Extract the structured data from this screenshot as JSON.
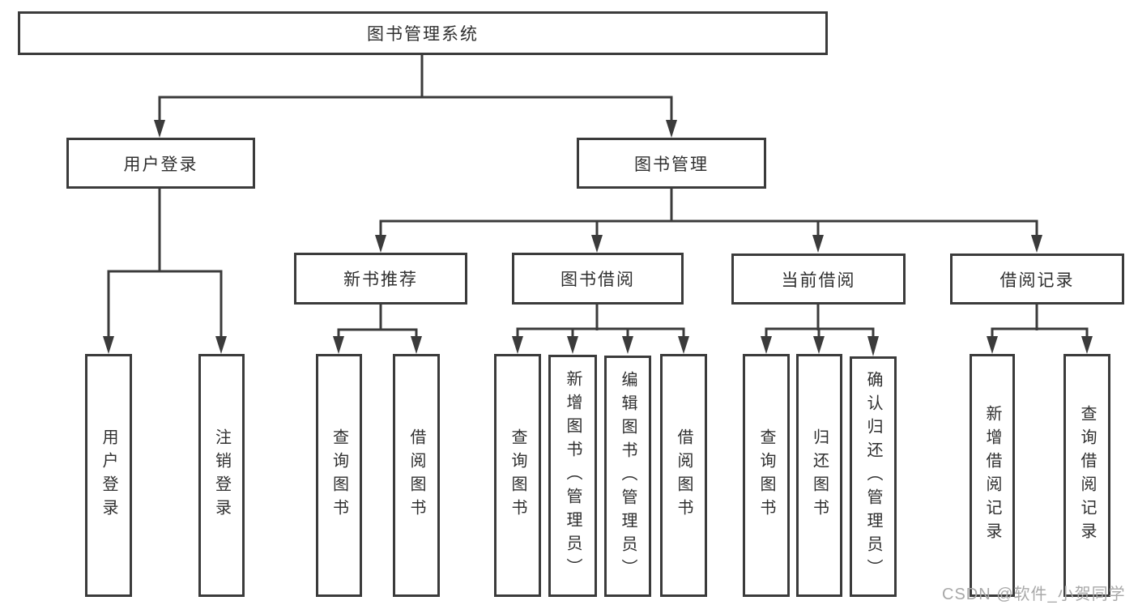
{
  "diagram_title": "图书管理系统",
  "nodes": {
    "root": {
      "label": "图书管理系统"
    },
    "userLogin": {
      "label": "用户登录"
    },
    "bookMgmt": {
      "label": "图书管理"
    },
    "newBookRec": {
      "label": "新书推荐"
    },
    "bookBorrow": {
      "label": "图书借阅"
    },
    "currentBorrow": {
      "label": "当前借阅"
    },
    "borrowRecord": {
      "label": "借阅记录"
    },
    "leafUserLogin": {
      "label": "用户登录"
    },
    "leafLogout": {
      "label": "注销登录"
    },
    "leafRecQuery": {
      "label": "查询图书"
    },
    "leafRecBorrow": {
      "label": "借阅图书"
    },
    "leafBbQuery": {
      "label": "查询图书"
    },
    "leafBbAdd": {
      "label": "新增图书（管理员）"
    },
    "leafBbEdit": {
      "label": "编辑图书（管理员）"
    },
    "leafBbBorrow": {
      "label": "借阅图书"
    },
    "leafCbQuery": {
      "label": "查询图书"
    },
    "leafCbReturn": {
      "label": "归还图书"
    },
    "leafCbConfirm": {
      "label": "确认归还（管理员）"
    },
    "leafBrAdd": {
      "label": "新增借阅记录"
    },
    "leafBrQuery": {
      "label": "查询借阅记录"
    }
  },
  "edges": [
    "图书管理系统→用户登录",
    "图书管理系统→图书管理",
    "用户登录→用户登录",
    "用户登录→注销登录",
    "图书管理→新书推荐",
    "图书管理→图书借阅",
    "图书管理→当前借阅",
    "图书管理→借阅记录",
    "新书推荐→查询图书",
    "新书推荐→借阅图书",
    "图书借阅→查询图书",
    "图书借阅→新增图书（管理员）",
    "图书借阅→编辑图书（管理员）",
    "图书借阅→借阅图书",
    "当前借阅→查询图书",
    "当前借阅→归还图书",
    "当前借阅→确认归还（管理员）",
    "借阅记录→新增借阅记录",
    "借阅记录→查询借阅记录"
  ],
  "watermark": {
    "text": "CSDN @软件_小贺同学"
  },
  "colors": {
    "line": "#3b3b3b",
    "text": "#2f2f2f",
    "background": "#ffffff",
    "watermark": "#a8a8a8"
  }
}
